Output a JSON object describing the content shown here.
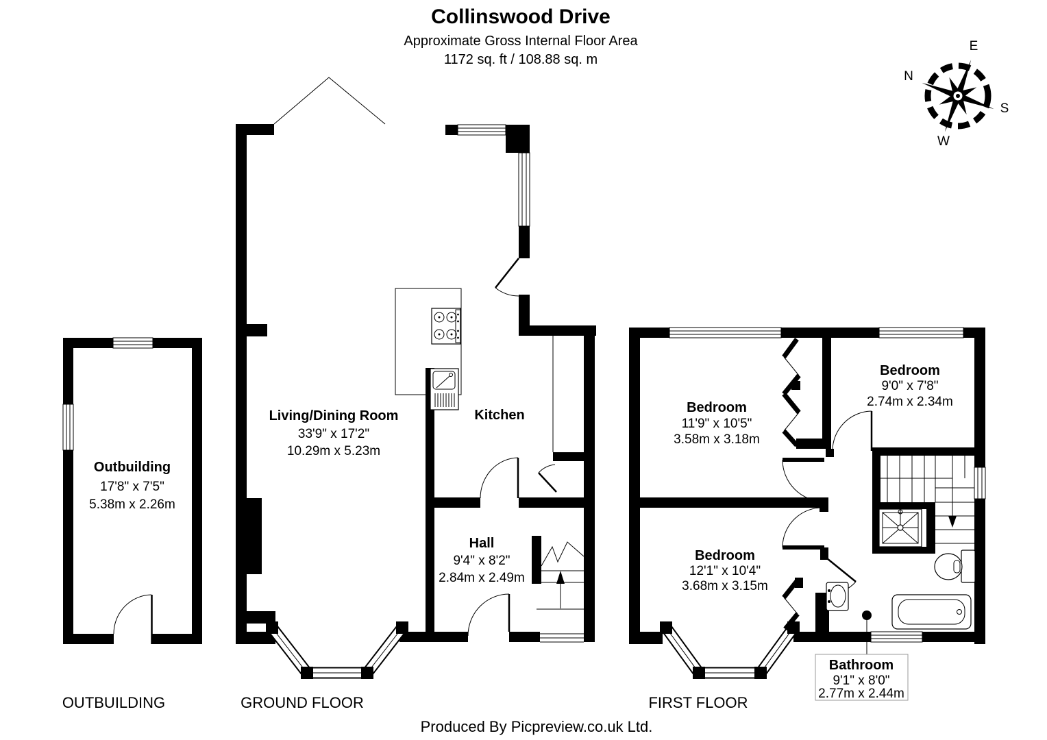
{
  "header": {
    "title": "Collinswood Drive",
    "subtitle": "Approximate Gross Internal Floor Area",
    "area": "1172 sq. ft / 108.88 sq. m"
  },
  "compass": {
    "north": "N",
    "east": "E",
    "south": "S",
    "west": "W"
  },
  "rooms": {
    "outbuilding": {
      "name": "Outbuilding",
      "imperial": "17'8\" x 7'5\"",
      "metric": "5.38m x 2.26m"
    },
    "living_dining": {
      "name": "Living/Dining Room",
      "imperial": "33'9\" x 17'2\"",
      "metric": "10.29m x 5.23m"
    },
    "kitchen": {
      "name": "Kitchen"
    },
    "hall": {
      "name": "Hall",
      "imperial": "9'4\" x 8'2\"",
      "metric": "2.84m x 2.49m"
    },
    "bedroom1": {
      "name": "Bedroom",
      "imperial": "11'9\" x 10'5\"",
      "metric": "3.58m x 3.18m"
    },
    "bedroom2": {
      "name": "Bedroom",
      "imperial": "9'0\" x 7'8\"",
      "metric": "2.74m x 2.34m"
    },
    "bedroom3": {
      "name": "Bedroom",
      "imperial": "12'1\" x 10'4\"",
      "metric": "3.68m x 3.15m"
    },
    "bathroom": {
      "name": "Bathroom",
      "imperial": "9'1\" x 8'0\"",
      "metric": "2.77m x 2.44m"
    }
  },
  "floor_labels": {
    "outbuilding": "OUTBUILDING",
    "ground": "GROUND FLOOR",
    "first": "FIRST FLOOR"
  },
  "footer": "Produced By Picpreview.co.uk Ltd.",
  "colors": {
    "wall": "#000000",
    "background": "#ffffff",
    "label_box_border": "#999999"
  }
}
